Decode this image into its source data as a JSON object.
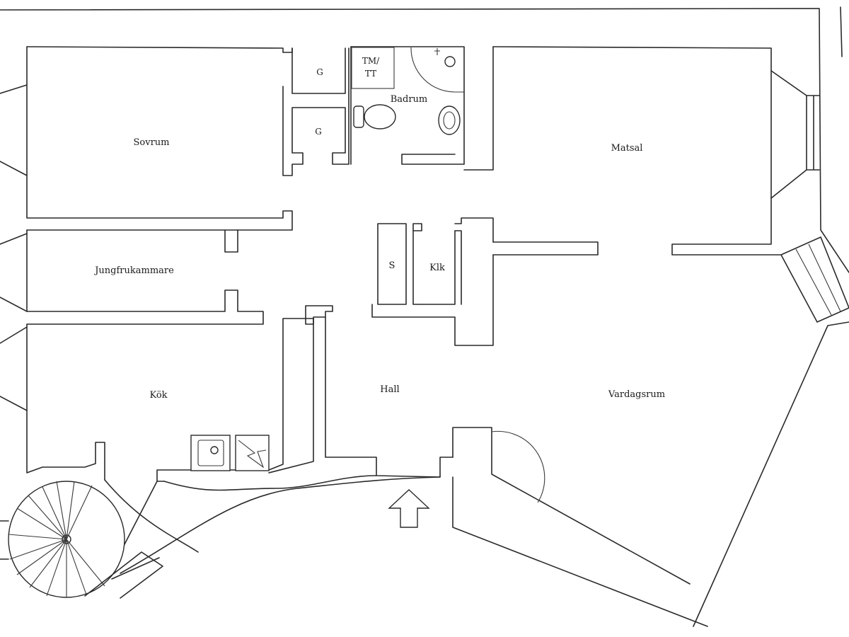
{
  "rooms": {
    "sovrum": "Sovrum",
    "g1": "G",
    "g2": "G",
    "tm_line1": "TM/",
    "tm_line2": "TT",
    "badrum": "Badrum",
    "matsal": "Matsal",
    "jungfrukammare": "Jungfrukammare",
    "s": "S",
    "klk": "Klk",
    "kok": "Kök",
    "hall": "Hall",
    "vardagsrum": "Vardagsrum"
  }
}
